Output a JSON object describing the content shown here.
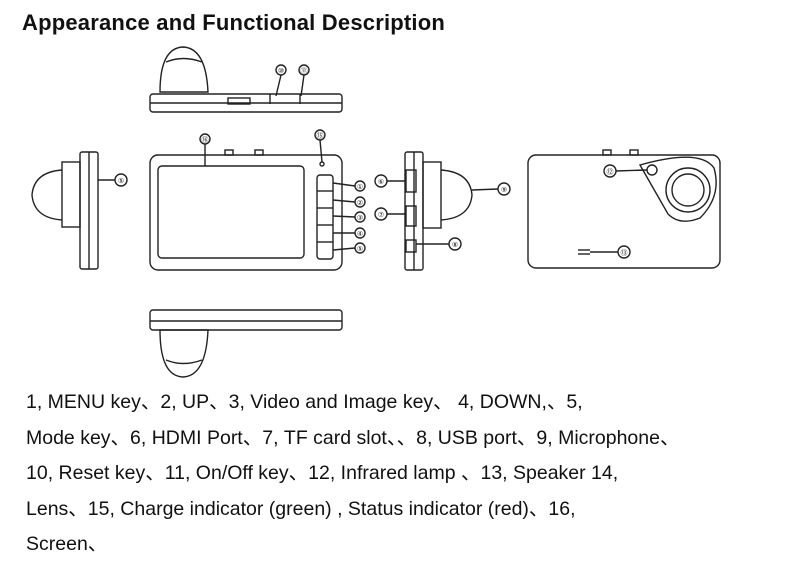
{
  "title": "Appearance and Functional Description",
  "description": "1, MENU key、2, UP、3, Video and Image key、 4, DOWN,、5, \nMode key、6, HDMI Port、7, TF card slot、、8, USB port、9, Microphone、\n10, Reset key、11, On/Off key、12, Infrared lamp 、13, Speaker 14, \nLens、15, Charge indicator (green) , Status indicator (red)、16, \nScreen、",
  "callouts": {
    "top_view": [
      "⑩",
      "⑪"
    ],
    "side_left": "⑤",
    "front_screen": "⑮",
    "front_lens_top": "⑯",
    "buttons": [
      "①",
      "②",
      "③",
      "④",
      "⑤"
    ],
    "side_right": [
      "⑥",
      "⑦",
      "⑧"
    ],
    "right_lens": "⑨",
    "back": [
      "⑫",
      "⑬"
    ]
  }
}
